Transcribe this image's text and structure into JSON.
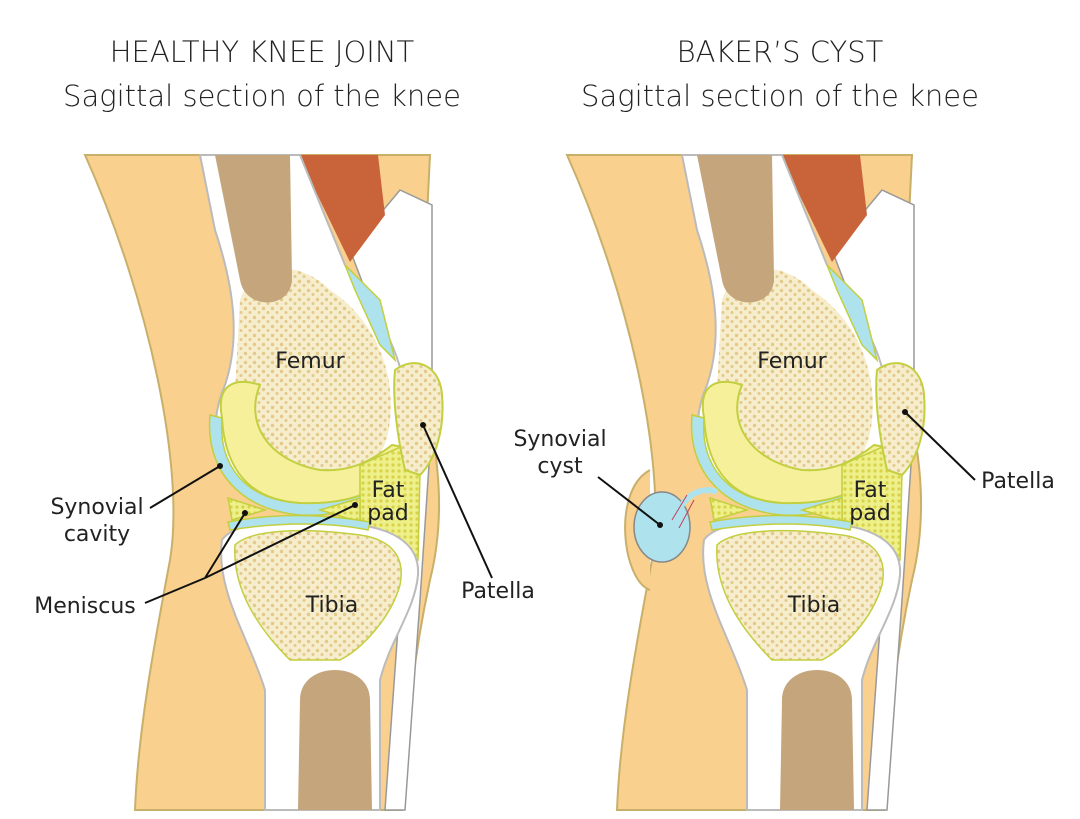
{
  "panels": [
    {
      "title": "HEALTHY KNEE JOINT",
      "subtitle": "Sagittal section of the knee",
      "labels": {
        "femur": "Femur",
        "tibia": "Tibia",
        "fat_pad_1": "Fat",
        "fat_pad_2": "pad",
        "synovial_cavity_1": "Synovial",
        "synovial_cavity_2": "cavity",
        "meniscus": "Meniscus",
        "patella": "Patella"
      }
    },
    {
      "title": "BAKER’S CYST",
      "subtitle": "Sagittal section of the knee",
      "labels": {
        "femur": "Femur",
        "tibia": "Tibia",
        "fat_pad_1": "Fat",
        "fat_pad_2": "pad",
        "synovial_cyst_1": "Synovial",
        "synovial_cyst_2": "cyst",
        "patella": "Patella"
      }
    }
  ],
  "colors": {
    "skin": "#f9d08e",
    "bone": "#f3e7bb",
    "marrow": "#c4a57c",
    "muscle": "#c9643a",
    "cartilage": "#f6f09a",
    "synovial": "#aee3ee",
    "outline": "#c2cf3e"
  }
}
